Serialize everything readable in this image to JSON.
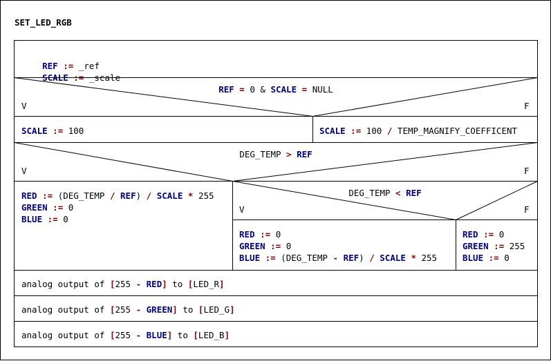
{
  "title": "SET_LED_RGB",
  "init": {
    "line1": {
      "var": "REF",
      "op": ":=",
      "val": "_ref"
    },
    "line2": {
      "var": "SCALE",
      "op": ":=",
      "val": "_scale"
    }
  },
  "cond1": {
    "parts": [
      {
        "t": "v",
        "s": "REF"
      },
      {
        "t": "k",
        "s": " "
      },
      {
        "t": "o",
        "s": "="
      },
      {
        "t": "k",
        "s": " 0 & "
      },
      {
        "t": "v",
        "s": "SCALE"
      },
      {
        "t": "k",
        "s": " "
      },
      {
        "t": "o",
        "s": "="
      },
      {
        "t": "k",
        "s": " NULL"
      }
    ],
    "true_label": "V",
    "false_label": "F"
  },
  "branch1_true": [
    {
      "t": "v",
      "s": "SCALE"
    },
    {
      "t": "k",
      "s": " "
    },
    {
      "t": "o",
      "s": ":="
    },
    {
      "t": "k",
      "s": " 100"
    }
  ],
  "branch1_false": [
    {
      "t": "v",
      "s": "SCALE"
    },
    {
      "t": "k",
      "s": " "
    },
    {
      "t": "o",
      "s": ":="
    },
    {
      "t": "k",
      "s": " 100 "
    },
    {
      "t": "o",
      "s": "/"
    },
    {
      "t": "k",
      "s": " TEMP_MAGNIFY_COEFFICENT"
    }
  ],
  "cond2": {
    "parts": [
      {
        "t": "k",
        "s": "DEG_TEMP "
      },
      {
        "t": "o",
        "s": ">"
      },
      {
        "t": "k",
        "s": " "
      },
      {
        "t": "v",
        "s": "REF"
      }
    ],
    "true_label": "V",
    "false_label": "F"
  },
  "branch2_true": [
    [
      {
        "t": "v",
        "s": "RED"
      },
      {
        "t": "k",
        "s": " "
      },
      {
        "t": "o",
        "s": ":="
      },
      {
        "t": "k",
        "s": " (DEG_TEMP "
      },
      {
        "t": "o",
        "s": "/"
      },
      {
        "t": "k",
        "s": " "
      },
      {
        "t": "v",
        "s": "REF"
      },
      {
        "t": "k",
        "s": ") "
      },
      {
        "t": "o",
        "s": "/"
      },
      {
        "t": "k",
        "s": " "
      },
      {
        "t": "v",
        "s": "SCALE"
      },
      {
        "t": "k",
        "s": " "
      },
      {
        "t": "o",
        "s": "*"
      },
      {
        "t": "k",
        "s": " 255"
      }
    ],
    [
      {
        "t": "v",
        "s": "GREEN"
      },
      {
        "t": "k",
        "s": " "
      },
      {
        "t": "o",
        "s": ":="
      },
      {
        "t": "k",
        "s": " 0"
      }
    ],
    [
      {
        "t": "v",
        "s": "BLUE"
      },
      {
        "t": "k",
        "s": " "
      },
      {
        "t": "o",
        "s": ":="
      },
      {
        "t": "k",
        "s": " 0"
      }
    ]
  ],
  "cond3": {
    "parts": [
      {
        "t": "k",
        "s": "DEG_TEMP "
      },
      {
        "t": "o",
        "s": "<"
      },
      {
        "t": "k",
        "s": " "
      },
      {
        "t": "v",
        "s": "REF"
      }
    ],
    "true_label": "V",
    "false_label": "F"
  },
  "branch3_true": [
    [
      {
        "t": "v",
        "s": "RED"
      },
      {
        "t": "k",
        "s": " "
      },
      {
        "t": "o",
        "s": ":="
      },
      {
        "t": "k",
        "s": " 0"
      }
    ],
    [
      {
        "t": "v",
        "s": "GREEN"
      },
      {
        "t": "k",
        "s": " "
      },
      {
        "t": "o",
        "s": ":="
      },
      {
        "t": "k",
        "s": " 0"
      }
    ],
    [
      {
        "t": "v",
        "s": "BLUE"
      },
      {
        "t": "k",
        "s": " "
      },
      {
        "t": "o",
        "s": ":="
      },
      {
        "t": "k",
        "s": " (DEG_TEMP "
      },
      {
        "t": "o",
        "s": "-"
      },
      {
        "t": "k",
        "s": " "
      },
      {
        "t": "v",
        "s": "REF"
      },
      {
        "t": "k",
        "s": ") "
      },
      {
        "t": "o",
        "s": "/"
      },
      {
        "t": "k",
        "s": " "
      },
      {
        "t": "v",
        "s": "SCALE"
      },
      {
        "t": "k",
        "s": " "
      },
      {
        "t": "o",
        "s": "*"
      },
      {
        "t": "k",
        "s": " 255"
      }
    ]
  ],
  "branch3_false": [
    [
      {
        "t": "v",
        "s": "RED"
      },
      {
        "t": "k",
        "s": " "
      },
      {
        "t": "o",
        "s": ":="
      },
      {
        "t": "k",
        "s": " 0"
      }
    ],
    [
      {
        "t": "v",
        "s": "GREEN"
      },
      {
        "t": "k",
        "s": " "
      },
      {
        "t": "o",
        "s": ":="
      },
      {
        "t": "k",
        "s": " 255"
      }
    ],
    [
      {
        "t": "v",
        "s": "BLUE"
      },
      {
        "t": "k",
        "s": " "
      },
      {
        "t": "o",
        "s": ":="
      },
      {
        "t": "k",
        "s": " 0"
      }
    ]
  ],
  "outputs": [
    [
      {
        "t": "k",
        "s": "analog output of "
      },
      {
        "t": "o",
        "s": "["
      },
      {
        "t": "k",
        "s": "255 "
      },
      {
        "t": "o",
        "s": "-"
      },
      {
        "t": "k",
        "s": " "
      },
      {
        "t": "v",
        "s": "RED"
      },
      {
        "t": "o",
        "s": "]"
      },
      {
        "t": "k",
        "s": " to "
      },
      {
        "t": "o",
        "s": "["
      },
      {
        "t": "k",
        "s": "LED_R"
      },
      {
        "t": "o",
        "s": "]"
      }
    ],
    [
      {
        "t": "k",
        "s": "analog output of "
      },
      {
        "t": "o",
        "s": "["
      },
      {
        "t": "k",
        "s": "255 "
      },
      {
        "t": "o",
        "s": "-"
      },
      {
        "t": "k",
        "s": " "
      },
      {
        "t": "v",
        "s": "GREEN"
      },
      {
        "t": "o",
        "s": "]"
      },
      {
        "t": "k",
        "s": " to "
      },
      {
        "t": "o",
        "s": "["
      },
      {
        "t": "k",
        "s": "LED_G"
      },
      {
        "t": "o",
        "s": "]"
      }
    ],
    [
      {
        "t": "k",
        "s": "analog output of "
      },
      {
        "t": "o",
        "s": "["
      },
      {
        "t": "k",
        "s": "255 "
      },
      {
        "t": "o",
        "s": "-"
      },
      {
        "t": "k",
        "s": " "
      },
      {
        "t": "v",
        "s": "BLUE"
      },
      {
        "t": "o",
        "s": "]"
      },
      {
        "t": "k",
        "s": " to "
      },
      {
        "t": "o",
        "s": "["
      },
      {
        "t": "k",
        "s": "LED_B"
      },
      {
        "t": "o",
        "s": "]"
      }
    ]
  ],
  "colors": {
    "variable": "#000080",
    "operator": "#8b0000",
    "text": "#000000"
  }
}
